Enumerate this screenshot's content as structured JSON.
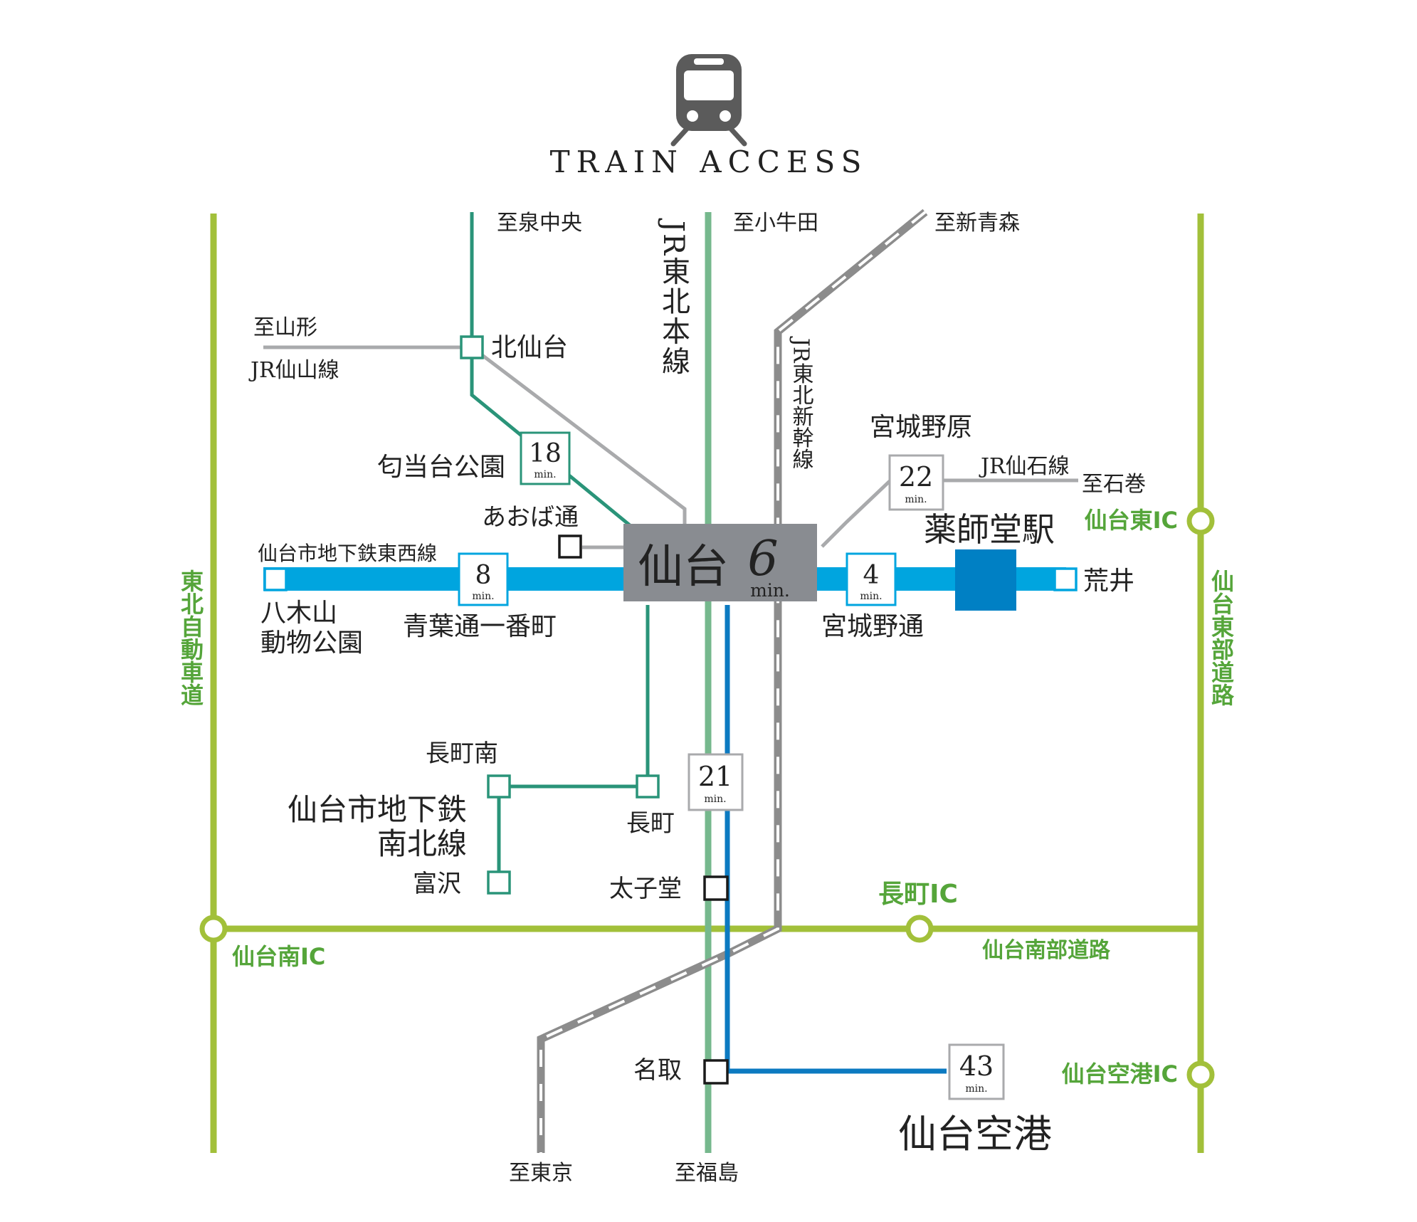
{
  "header": {
    "title": "TRAIN ACCESS",
    "icon": "train-icon"
  },
  "colors": {
    "road": "#a2c03a",
    "road_label": "#55a53a",
    "tozai": "#00a5df",
    "tozai_label": "#1fa3d9",
    "nanboku": "#2a9479",
    "jr_tohoku": "#76b88d",
    "jr_gray": "#a9aaac",
    "shinkansen": "#8c8c8c",
    "airport_line": "#0c7ac1",
    "sendai_box": "#898c91",
    "yakushido": "#0080c4"
  },
  "lines": {
    "jr_tohoku": "JR東北本線",
    "shinkansen": "JR東北新幹線",
    "senzan": "JR仙山線",
    "senseki": "JR仙石線",
    "tozai": "仙台市地下鉄東西線",
    "nanboku": [
      "仙台市地下鉄",
      "南北線"
    ]
  },
  "directions": {
    "izumichuo": "至泉中央",
    "oushida": "至小牛田",
    "shinaomori": "至新青森",
    "yamagata": "至山形",
    "ishinomaki": "至石巻",
    "tokyo": "至東京",
    "fukushima": "至福島"
  },
  "stations": {
    "sendai": "仙台",
    "yakushido": "薬師堂駅",
    "kitasendai": "北仙台",
    "kotodai": "匂当台公園",
    "aoba_dori": "あおば通",
    "yagiyama": [
      "八木山",
      "動物公園"
    ],
    "aoba_ichibancho": "青葉通一番町",
    "miyagino_dori": "宮城野通",
    "arai": "荒井",
    "miyaginohara": "宮城野原",
    "nagamachi_minami": "長町南",
    "nagamachi": "長町",
    "tomizawa": "富沢",
    "taishido": "太子堂",
    "natori": "名取",
    "airport": "仙台空港"
  },
  "times": {
    "sendai": "6",
    "kotodai": "18",
    "aoba_ichibancho": "8",
    "miyaginohara": "22",
    "miyagino_dori": "4",
    "nagamachi": "21",
    "airport": "43",
    "unit": "min."
  },
  "roads": {
    "tohoku_expressway": "東北自動車道",
    "sendai_tobu": "仙台東部道路",
    "sendai_nanbu": "仙台南部道路",
    "sendai_higashi_ic": "仙台東IC",
    "sendai_minami_ic": "仙台南IC",
    "nagamachi_ic": "長町IC",
    "sendai_airport_ic": "仙台空港IC"
  }
}
